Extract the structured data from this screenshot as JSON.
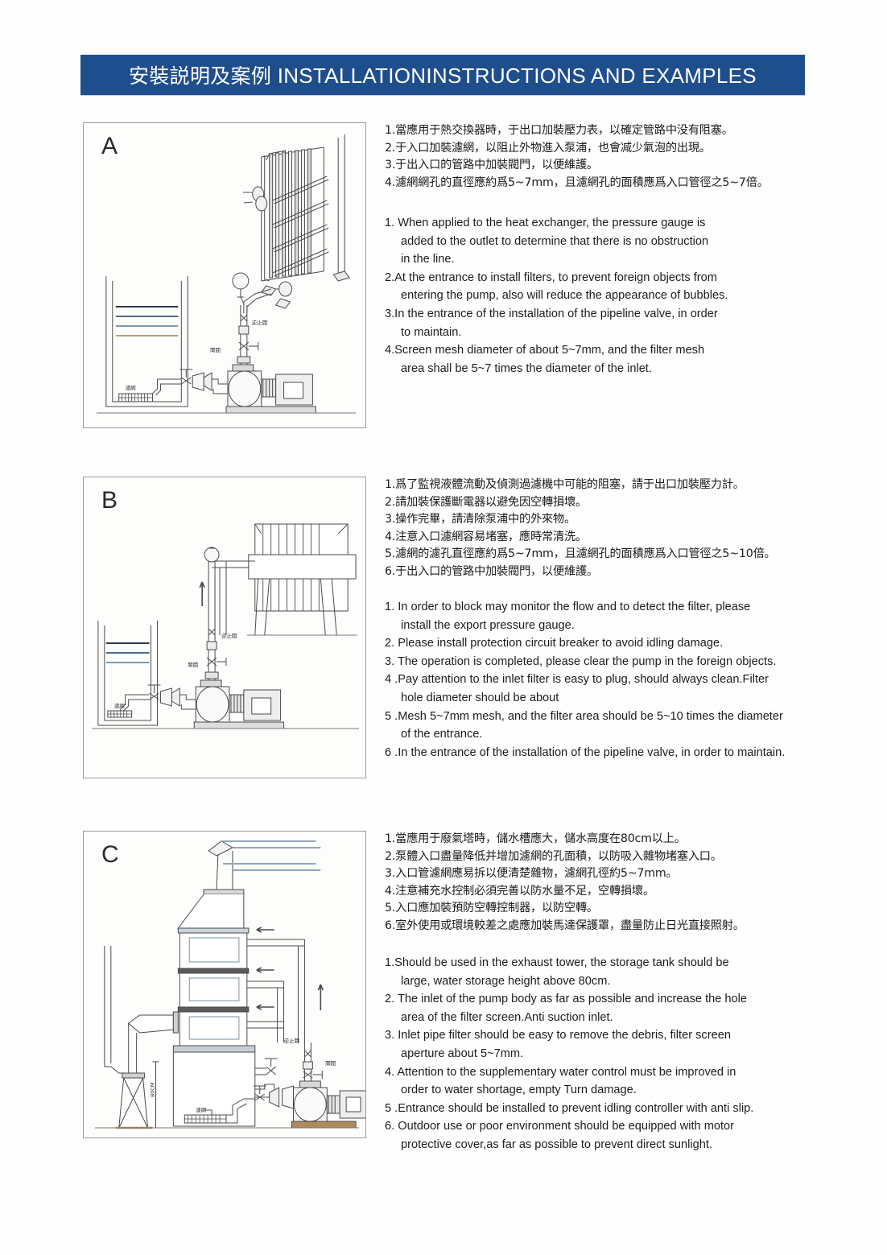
{
  "header": {
    "title_cn": "安裝説明及案例",
    "title_en": "INSTALLATIONINSTRUCTIONS AND EXAMPLES",
    "bar_color": "#1f4e8c",
    "text_color": "#ffffff"
  },
  "diagram_labels": {
    "check_valve": "逆止閥",
    "gate_valve": "閘閥",
    "filter_screen": "濾網",
    "height_80cm": "80CM"
  },
  "sections": [
    {
      "letter": "A",
      "cn": [
        "1.當應用于熱交換器時，于出口加裝壓力表，以確定管路中没有阻塞。",
        "2.于入口加裝濾網，以阻止外物進入泵浦，也會减少氣泡的出現。",
        "3.于出入口的管路中加裝閥門，以便維護。",
        "4.濾網網孔的直徑應約爲5~7mm，且濾網孔的面積應爲入口管徑之5~7倍。"
      ],
      "en": [
        {
          "num": "1.",
          "lines": [
            "When applied to the heat exchanger, the pressure gauge  is",
            "added to the outlet to determine that there is no obstruction",
            "in the line."
          ]
        },
        {
          "num": "2.",
          "lines": [
            "At the entrance to install filters, to prevent foreign objects from",
            "entering the pump, also will reduce the appearance  of bubbles."
          ]
        },
        {
          "num": "3.",
          "lines": [
            "In the entrance of the installation of the pipeline valve,   in order",
            "to maintain."
          ]
        },
        {
          "num": "4.",
          "lines": [
            "Screen mesh diameter of about 5~7mm, and the filter mesh",
            "area shall be 5~7 times the diameter of the inlet."
          ]
        }
      ]
    },
    {
      "letter": "B",
      "cn": [
        "1.爲了監視液體流動及偵測過濾機中可能的阻塞，請于出口加裝壓力計。",
        "2.請加裝保護斷電器以避免因空轉損壞。",
        "3.操作完畢，請清除泵浦中的外來物。",
        "4.注意入口濾網容易堵塞，應時常清洗。",
        "5.濾網的濾孔直徑應約爲5~7mm，且濾網孔的面積應爲入口管徑之5~10倍。",
        "6.于出入口的管路中加裝閥門，以便維護。"
      ],
      "en": [
        {
          "num": "1.",
          "lines": [
            "In order to block may monitor the flow and to detect the filter, please",
            "install the export pressure gauge."
          ]
        },
        {
          "num": "2.",
          "lines": [
            "Please install protection circuit breaker to avoid idling damage."
          ]
        },
        {
          "num": "3.",
          "lines": [
            "The operation is completed, please clear the pump in the foreign objects."
          ]
        },
        {
          "num": "4 .",
          "lines": [
            "Pay attention to the inlet filter is easy to plug, should always clean.Filter",
            "hole diameter should be about"
          ]
        },
        {
          "num": "5 .",
          "lines": [
            "Mesh 5~7mm mesh, and the filter area should be 5~10 times the diameter",
            "of the entrance."
          ]
        },
        {
          "num": "6 .",
          "lines": [
            "In the entrance of the installation of the pipeline valve, in order to maintain."
          ]
        }
      ]
    },
    {
      "letter": "C",
      "cn": [
        "1.當應用于廢氣塔時，儲水槽應大，儲水高度在80cm以上。",
        "2.泵體入口盡量降低并增加濾網的孔面積，以防吸入雜物堵塞入口。",
        "3.入口管濾網應易拆以便清楚雜物，濾網孔徑約5~7mm。",
        "4.注意補充水控制必須完善以防水量不足，空轉損壞。",
        "5.入口應加裝預防空轉控制器，以防空轉。",
        "6.室外使用或環境較差之處應加裝馬達保護罩，盡量防止日光直接照射。"
      ],
      "en": [
        {
          "num": "1.",
          "lines": [
            "Should be used in the exhaust tower, the storage tank should be",
            "large, water storage height above 80cm."
          ]
        },
        {
          "num": "2.",
          "lines": [
            "The inlet of the pump body as far as possible and increase the hole",
            "area of the filter screen.Anti suction inlet."
          ]
        },
        {
          "num": "3.",
          "lines": [
            "Inlet pipe filter should be easy to remove the debris, filter screen",
            "aperture about 5~7mm."
          ]
        },
        {
          "num": "4.",
          "lines": [
            "Attention to the supplementary water control must be improved in",
            "order to water shortage, empty Turn damage."
          ]
        },
        {
          "num": "5 .",
          "lines": [
            "Entrance should be installed to prevent idling controller with anti slip."
          ]
        },
        {
          "num": "6.",
          "lines": [
            "Outdoor use or poor environment should be equipped with motor",
            "protective cover,as far as possible to prevent direct sunlight."
          ]
        }
      ]
    }
  ]
}
